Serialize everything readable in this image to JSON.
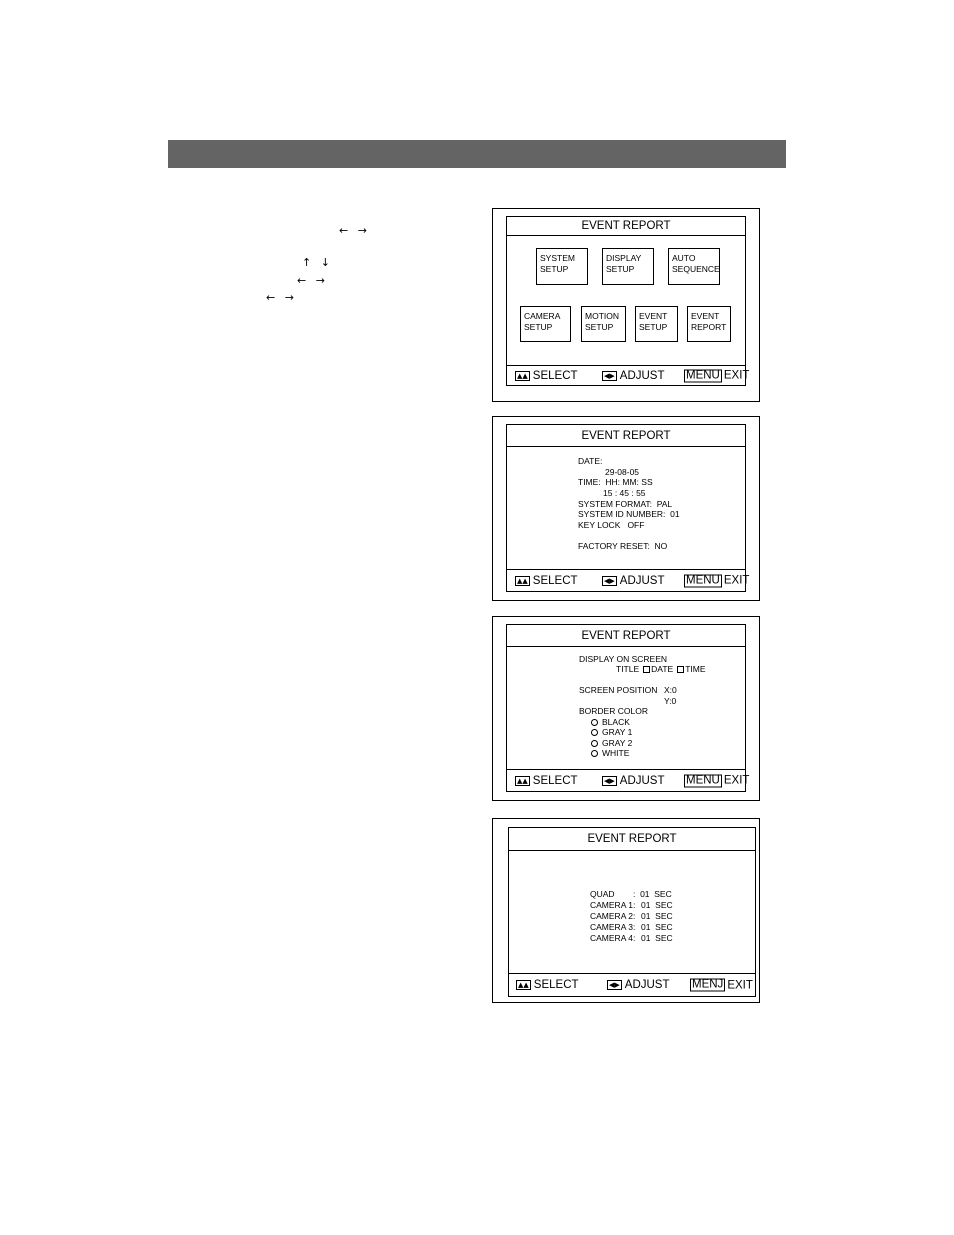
{
  "footer": {
    "select": "SELECT",
    "adjust": "ADJUST",
    "menu": "MENU",
    "exit": "EXIT"
  },
  "panel1": {
    "title": "EVENT REPORT",
    "buttons": [
      [
        "SYSTEM",
        "SETUP"
      ],
      [
        "DISPLAY",
        "SETUP"
      ],
      [
        "AUTO",
        "SEQUENCE"
      ],
      [
        "CAMERA",
        "SETUP"
      ],
      [
        "MOTION",
        "SETUP"
      ],
      [
        "EVENT",
        "SETUP"
      ],
      [
        "EVENT",
        "REPORT"
      ]
    ]
  },
  "panel2": {
    "title": "EVENT REPORT",
    "date_label": "DATE:",
    "date_value": "29-08-05",
    "time_label": "TIME:  HH: MM: SS",
    "time_value": "15 : 45 : 55",
    "system_format": "SYSTEM FORMAT:  PAL",
    "system_id": "SYSTEM ID NUMBER:  01",
    "key_lock": "KEY LOCK   OFF",
    "factory_reset": "FACTORY RESET:  NO"
  },
  "panel3": {
    "title": "EVENT REPORT",
    "display_on_screen": "DISPLAY ON SCREEN",
    "title_opt": "TITLE",
    "date_opt": "DATE",
    "time_opt": "TIME",
    "screen_position": "SCREEN POSITION",
    "pos_x": "X:0",
    "pos_y": "Y:0",
    "border_color": "BORDER COLOR",
    "colors": [
      "BLACK",
      "GRAY 1",
      "GRAY 2",
      "WHITE"
    ]
  },
  "panel4": {
    "title": "EVENT REPORT",
    "footer_menu": "MENJ",
    "rows": [
      {
        "label": "QUAD",
        "value": ":  01  SEC"
      },
      {
        "label": "CAMERA 1:",
        "value": "01  SEC"
      },
      {
        "label": "CAMERA 2:",
        "value": "01  SEC"
      },
      {
        "label": "CAMERA 3:",
        "value": "01  SEC"
      },
      {
        "label": "CAMERA 4:",
        "value": "01  SEC"
      }
    ]
  },
  "icons": {
    "left_right": "←  →",
    "up_down": "↑  ↓",
    "footer_select": "▲▲",
    "footer_adjust": "◀▶"
  }
}
